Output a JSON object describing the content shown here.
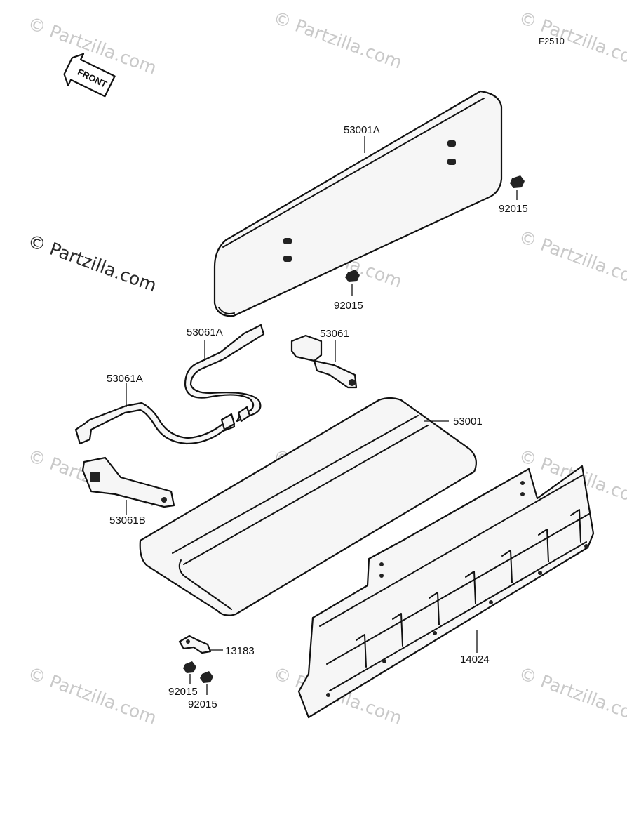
{
  "diagram": {
    "code": "F2510",
    "front_label": "FRONT",
    "watermark": "© Partzilla.com",
    "labels": {
      "p53001A": "53001A",
      "p92015_top_right": "92015",
      "p92015_mid": "92015",
      "p53061A_upper": "53061A",
      "p53061": "53061",
      "p53061A_left": "53061A",
      "p53001": "53001",
      "p53061B": "53061B",
      "p13183": "13183",
      "p14024": "14024",
      "p92015_bottom_left": "92015",
      "p92015_bottom_right": "92015"
    }
  }
}
